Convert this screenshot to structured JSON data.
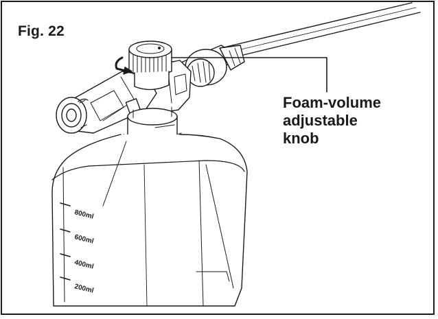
{
  "figure": {
    "title": "Fig. 22"
  },
  "callout": {
    "line1": "Foam-volume",
    "line2": "adjustable",
    "line3": "knob"
  },
  "bottle_scale": {
    "marks": [
      "800ml",
      "600ml",
      "400ml",
      "200ml"
    ]
  }
}
